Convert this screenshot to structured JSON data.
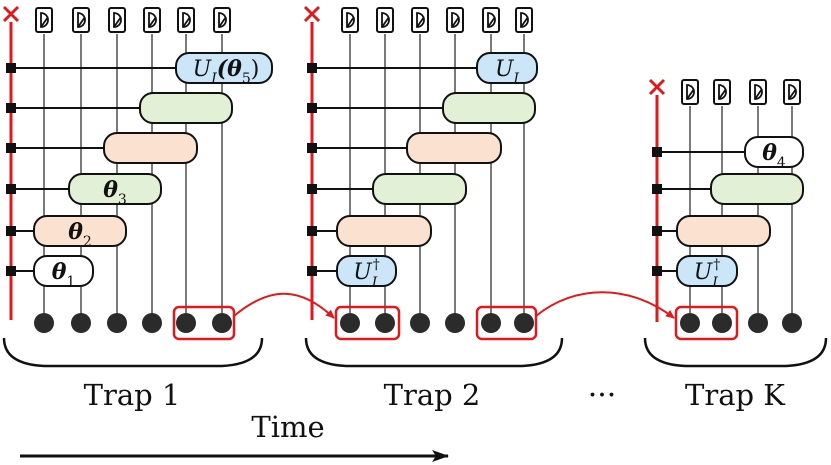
{
  "traps": [
    {
      "label": "Trap 1",
      "gates": [
        {
          "kind": "unitary",
          "text": "U",
          "sub": "I",
          "suffix": "(θ",
          "suffix_sub": "5",
          "suffix_end": ")"
        },
        {
          "kind": "green",
          "text": ""
        },
        {
          "kind": "orange",
          "text": ""
        },
        {
          "kind": "green",
          "text": "θ",
          "sub": "3"
        },
        {
          "kind": "orange",
          "text": "θ",
          "sub": "2"
        },
        {
          "kind": "white",
          "text": "θ",
          "sub": "1"
        }
      ]
    },
    {
      "label": "Trap 2",
      "gates": [
        {
          "kind": "unitary",
          "text": "U",
          "sub": "I"
        },
        {
          "kind": "green",
          "text": ""
        },
        {
          "kind": "orange",
          "text": ""
        },
        {
          "kind": "green",
          "text": ""
        },
        {
          "kind": "orange",
          "text": ""
        },
        {
          "kind": "unitary",
          "text": "U",
          "sub": "I",
          "sup": "†"
        }
      ]
    },
    {
      "label": "Trap K",
      "gates": [
        {
          "kind": "white",
          "text": "θ",
          "sub": "4"
        },
        {
          "kind": "green",
          "text": ""
        },
        {
          "kind": "orange",
          "text": ""
        },
        {
          "kind": "unitary",
          "text": "U",
          "sub": "I",
          "sup": "†"
        }
      ]
    }
  ],
  "ellipsis": "···",
  "time_label": "Time",
  "colors": {
    "accent_red": "#e0191d",
    "unitary_fill": "#cbe6f8",
    "green_fill": "#e2f0d6",
    "orange_fill": "#fbe1cf",
    "white_fill": "#ffffff",
    "qubit": "#2b2b2b"
  },
  "icons": {
    "measurement": "measurement-meter-icon",
    "reset": "reset-cross-icon",
    "qubit": "qubit-dot-icon"
  }
}
